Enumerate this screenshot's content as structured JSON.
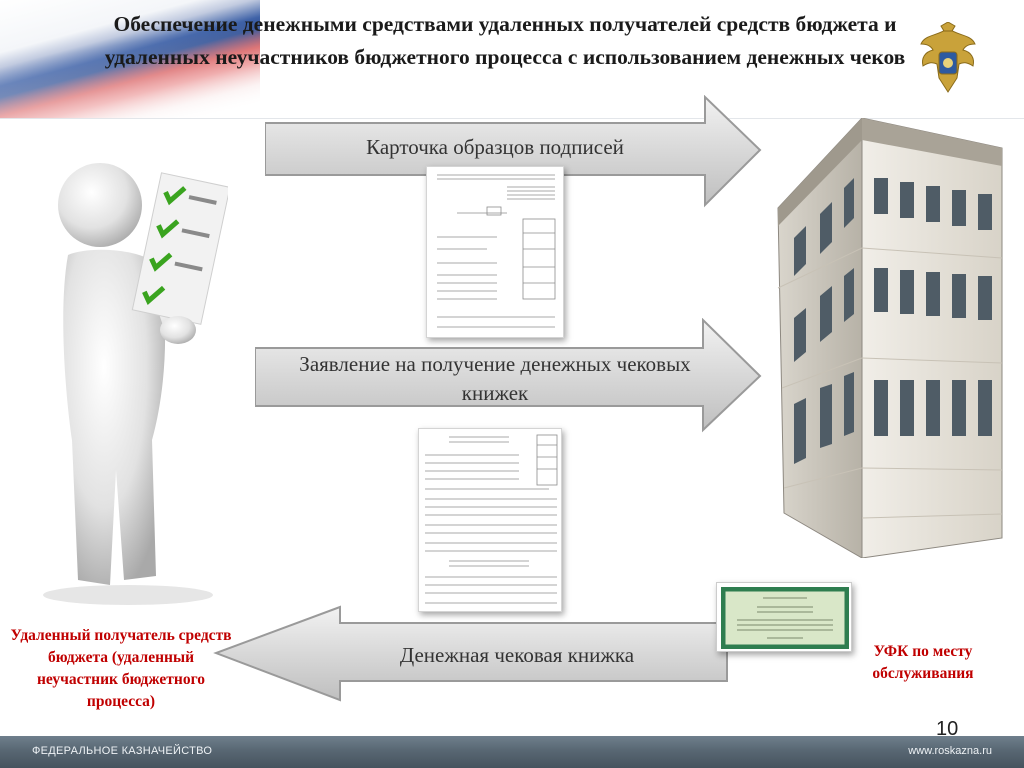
{
  "header": {
    "title": "Обеспечение денежными средствами удаленных получателей средств бюджета и удаленных неучастников бюджетного процесса с использованием денежных чеков"
  },
  "flow": {
    "arrow1_label": "Карточка образцов подписей",
    "arrow2_label": "Заявление на получение денежных чековых книжек",
    "arrow3_label": "Денежная чековая книжка"
  },
  "labels": {
    "left": "Удаленный получатель средств бюджета (удаленный неучастник бюджетного процесса)",
    "right": "УФК по месту обслуживания"
  },
  "page_number": "10",
  "footer": {
    "left": "ФЕДЕРАЛЬНОЕ КАЗНАЧЕЙСТВО",
    "right": "www.roskazna.ru"
  },
  "colors": {
    "accent_red": "#c00000",
    "arrow_gray": "#d9d9d9",
    "footer": "#586773"
  },
  "icons": [
    "russian-flag-swoosh",
    "treasury-emblem-icon",
    "person-checklist-figure",
    "building-image",
    "checkbook-image"
  ]
}
